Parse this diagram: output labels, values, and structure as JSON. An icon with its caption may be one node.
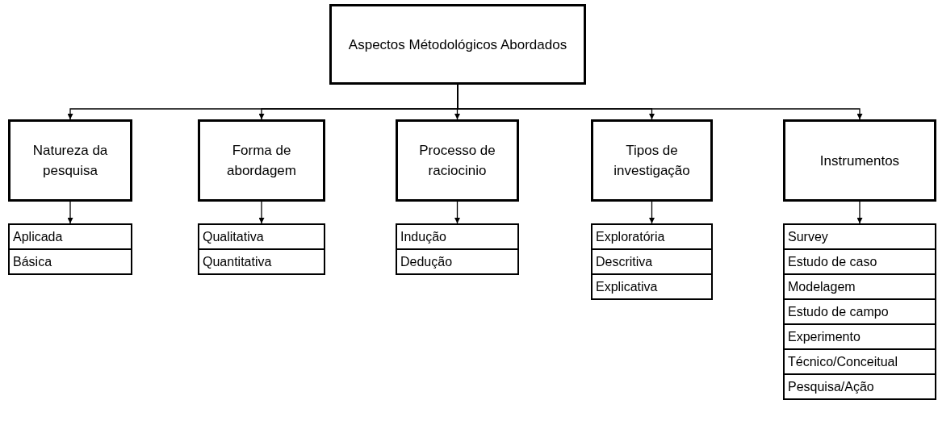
{
  "diagram": {
    "nodes": [
      {
        "text": [
          "Aspectos Métodológicos Abordados"
        ]
      },
      {
        "text": [
          "Natureza da pesquisa"
        ]
      },
      {
        "text": [
          "Forma de abordagem"
        ]
      },
      {
        "text": [
          "Processo de raciocinio"
        ]
      },
      {
        "text": [
          "Tipos de investigação"
        ]
      },
      {
        "text": [
          "Instrumentos"
        ]
      },
      {
        "text": [
          "Aplicada"
        ]
      },
      {
        "text": [
          "Básica"
        ]
      },
      {
        "text": [
          "Qualitativa"
        ]
      },
      {
        "text": [
          "Quantitativa"
        ]
      },
      {
        "text": [
          "Indução"
        ]
      },
      {
        "text": [
          "Dedução"
        ]
      },
      {
        "text": [
          "Exploratória"
        ]
      },
      {
        "text": [
          "Descritiva"
        ]
      },
      {
        "text": [
          "Explicativa"
        ]
      },
      {
        "text": [
          "Survey"
        ]
      },
      {
        "text": [
          "Estudo de caso"
        ]
      },
      {
        "text": [
          "Modelagem"
        ]
      },
      {
        "text": [
          "Estudo de campo"
        ]
      },
      {
        "text": [
          "Experimento"
        ]
      },
      {
        "text": [
          "Técnico/Conceitual"
        ]
      },
      {
        "text": [
          "Pesquisa/Ação"
        ]
      }
    ],
    "edges": [
      {
        "from": 0,
        "to": 1,
        "arrow": "to"
      },
      {
        "from": 0,
        "to": 2,
        "arrow": "to"
      },
      {
        "from": 0,
        "to": 3,
        "arrow": "to"
      },
      {
        "from": 0,
        "to": 4,
        "arrow": "to"
      },
      {
        "from": 0,
        "to": 5,
        "arrow": "to"
      },
      {
        "from": 1,
        "to": 6,
        "arrow": "to"
      },
      {
        "from": 2,
        "to": 8,
        "arrow": "to"
      },
      {
        "from": 3,
        "to": 10,
        "arrow": "to"
      },
      {
        "from": 4,
        "to": 12,
        "arrow": "to"
      },
      {
        "from": 5,
        "to": 15,
        "arrow": "to"
      }
    ]
  }
}
